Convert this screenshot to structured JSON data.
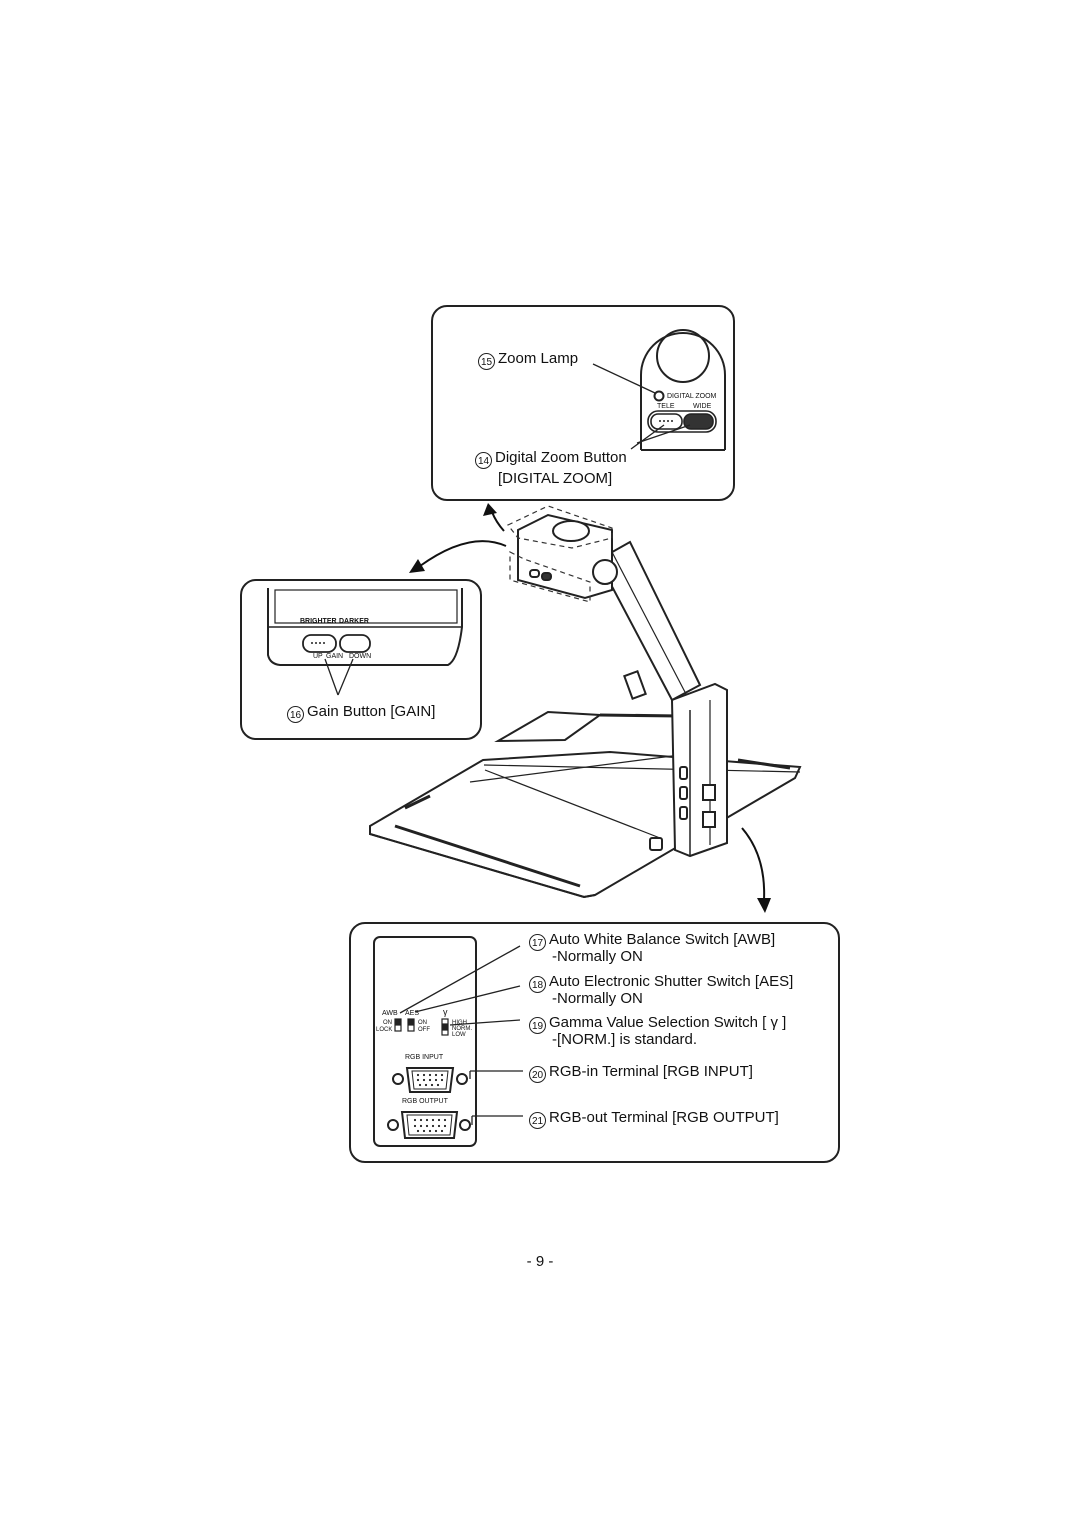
{
  "callouts": {
    "zoom_lamp": {
      "num": "15",
      "label": "Zoom Lamp"
    },
    "digital_zoom_button": {
      "num": "14",
      "label": "Digital Zoom Button",
      "sub": "[DIGITAL ZOOM]"
    },
    "gain_button": {
      "num": "16",
      "label": "Gain Button [GAIN]"
    },
    "awb": {
      "num": "17",
      "label": "Auto White Balance Switch [AWB]",
      "sub": "-Normally ON"
    },
    "aes": {
      "num": "18",
      "label": "Auto Electronic Shutter Switch [AES]",
      "sub": "-Normally ON"
    },
    "gamma": {
      "num": "19",
      "label": "Gamma Value Selection Switch [ γ ]",
      "sub": "-[NORM.] is standard."
    },
    "rgb_in": {
      "num": "20",
      "label": "RGB-in Terminal [RGB INPUT]"
    },
    "rgb_out": {
      "num": "21",
      "label": "RGB-out Terminal [RGB OUTPUT]"
    }
  },
  "device_labels": {
    "digital_zoom": "DIGITAL ZOOM",
    "tele": "TELE",
    "wide": "WIDE",
    "brighter": "BRIGHTER",
    "darker": "DARKER",
    "up": "UP",
    "gain": "GAIN",
    "down": "DOWN",
    "awb": "AWB",
    "aes": "AES",
    "gamma_symbol": "γ",
    "on1": "ON",
    "lock": "LOCK",
    "on2": "ON",
    "off": "OFF",
    "high": "HIGH",
    "norm": "NORM.",
    "low": "LOW",
    "rgb_input": "RGB INPUT",
    "rgb_output": "RGB OUTPUT"
  },
  "page_number": "- 9 -"
}
